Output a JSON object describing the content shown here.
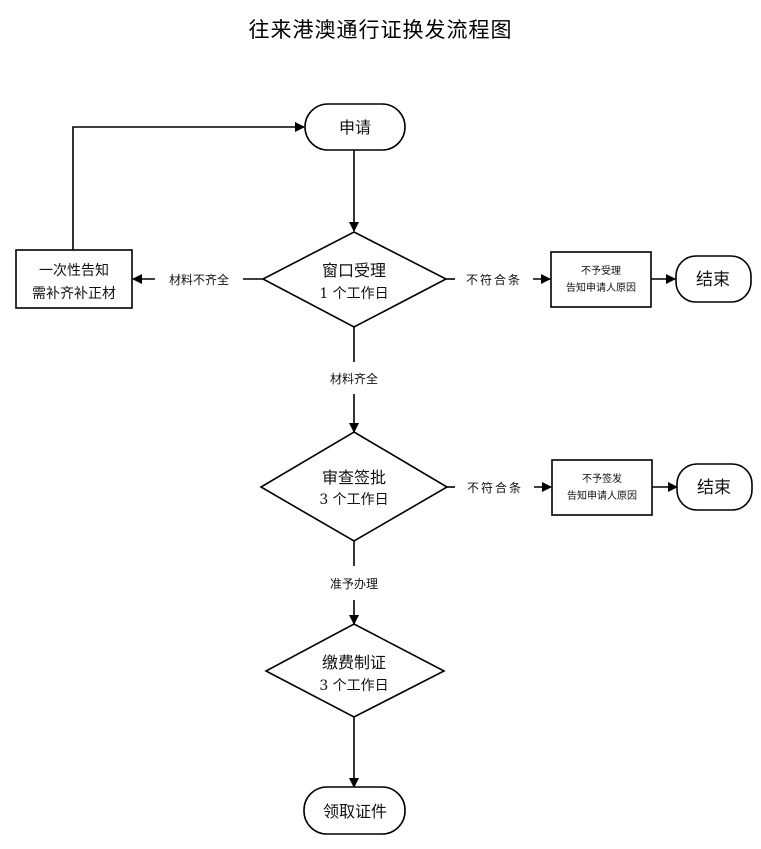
{
  "title": "往来港澳通行证换发流程图",
  "nodes": {
    "apply": {
      "label": "申请"
    },
    "window_accept": {
      "line1": "窗口受理",
      "line2": "1 个工作日"
    },
    "notify_missing": {
      "line1": "一次性告知",
      "line2": "需补齐补正材"
    },
    "reject_accept": {
      "line1": "不予受理",
      "line2": "告知申请人原因"
    },
    "end1": {
      "label": "结束"
    },
    "review": {
      "line1": "审查签批",
      "line2": "3 个工作日"
    },
    "reject_issue": {
      "line1": "不予签发",
      "line2": "告知申请人原因"
    },
    "end2": {
      "label": "结束"
    },
    "pay_make": {
      "line1": "缴费制证",
      "line2": "3 个工作日"
    },
    "collect": {
      "label": "领取证件"
    }
  },
  "edges": {
    "incomplete": "材料不齐全",
    "not_eligible_1": "不符合条",
    "complete": "材料齐全",
    "not_eligible_2": "不符合条",
    "approved": "准予办理"
  }
}
